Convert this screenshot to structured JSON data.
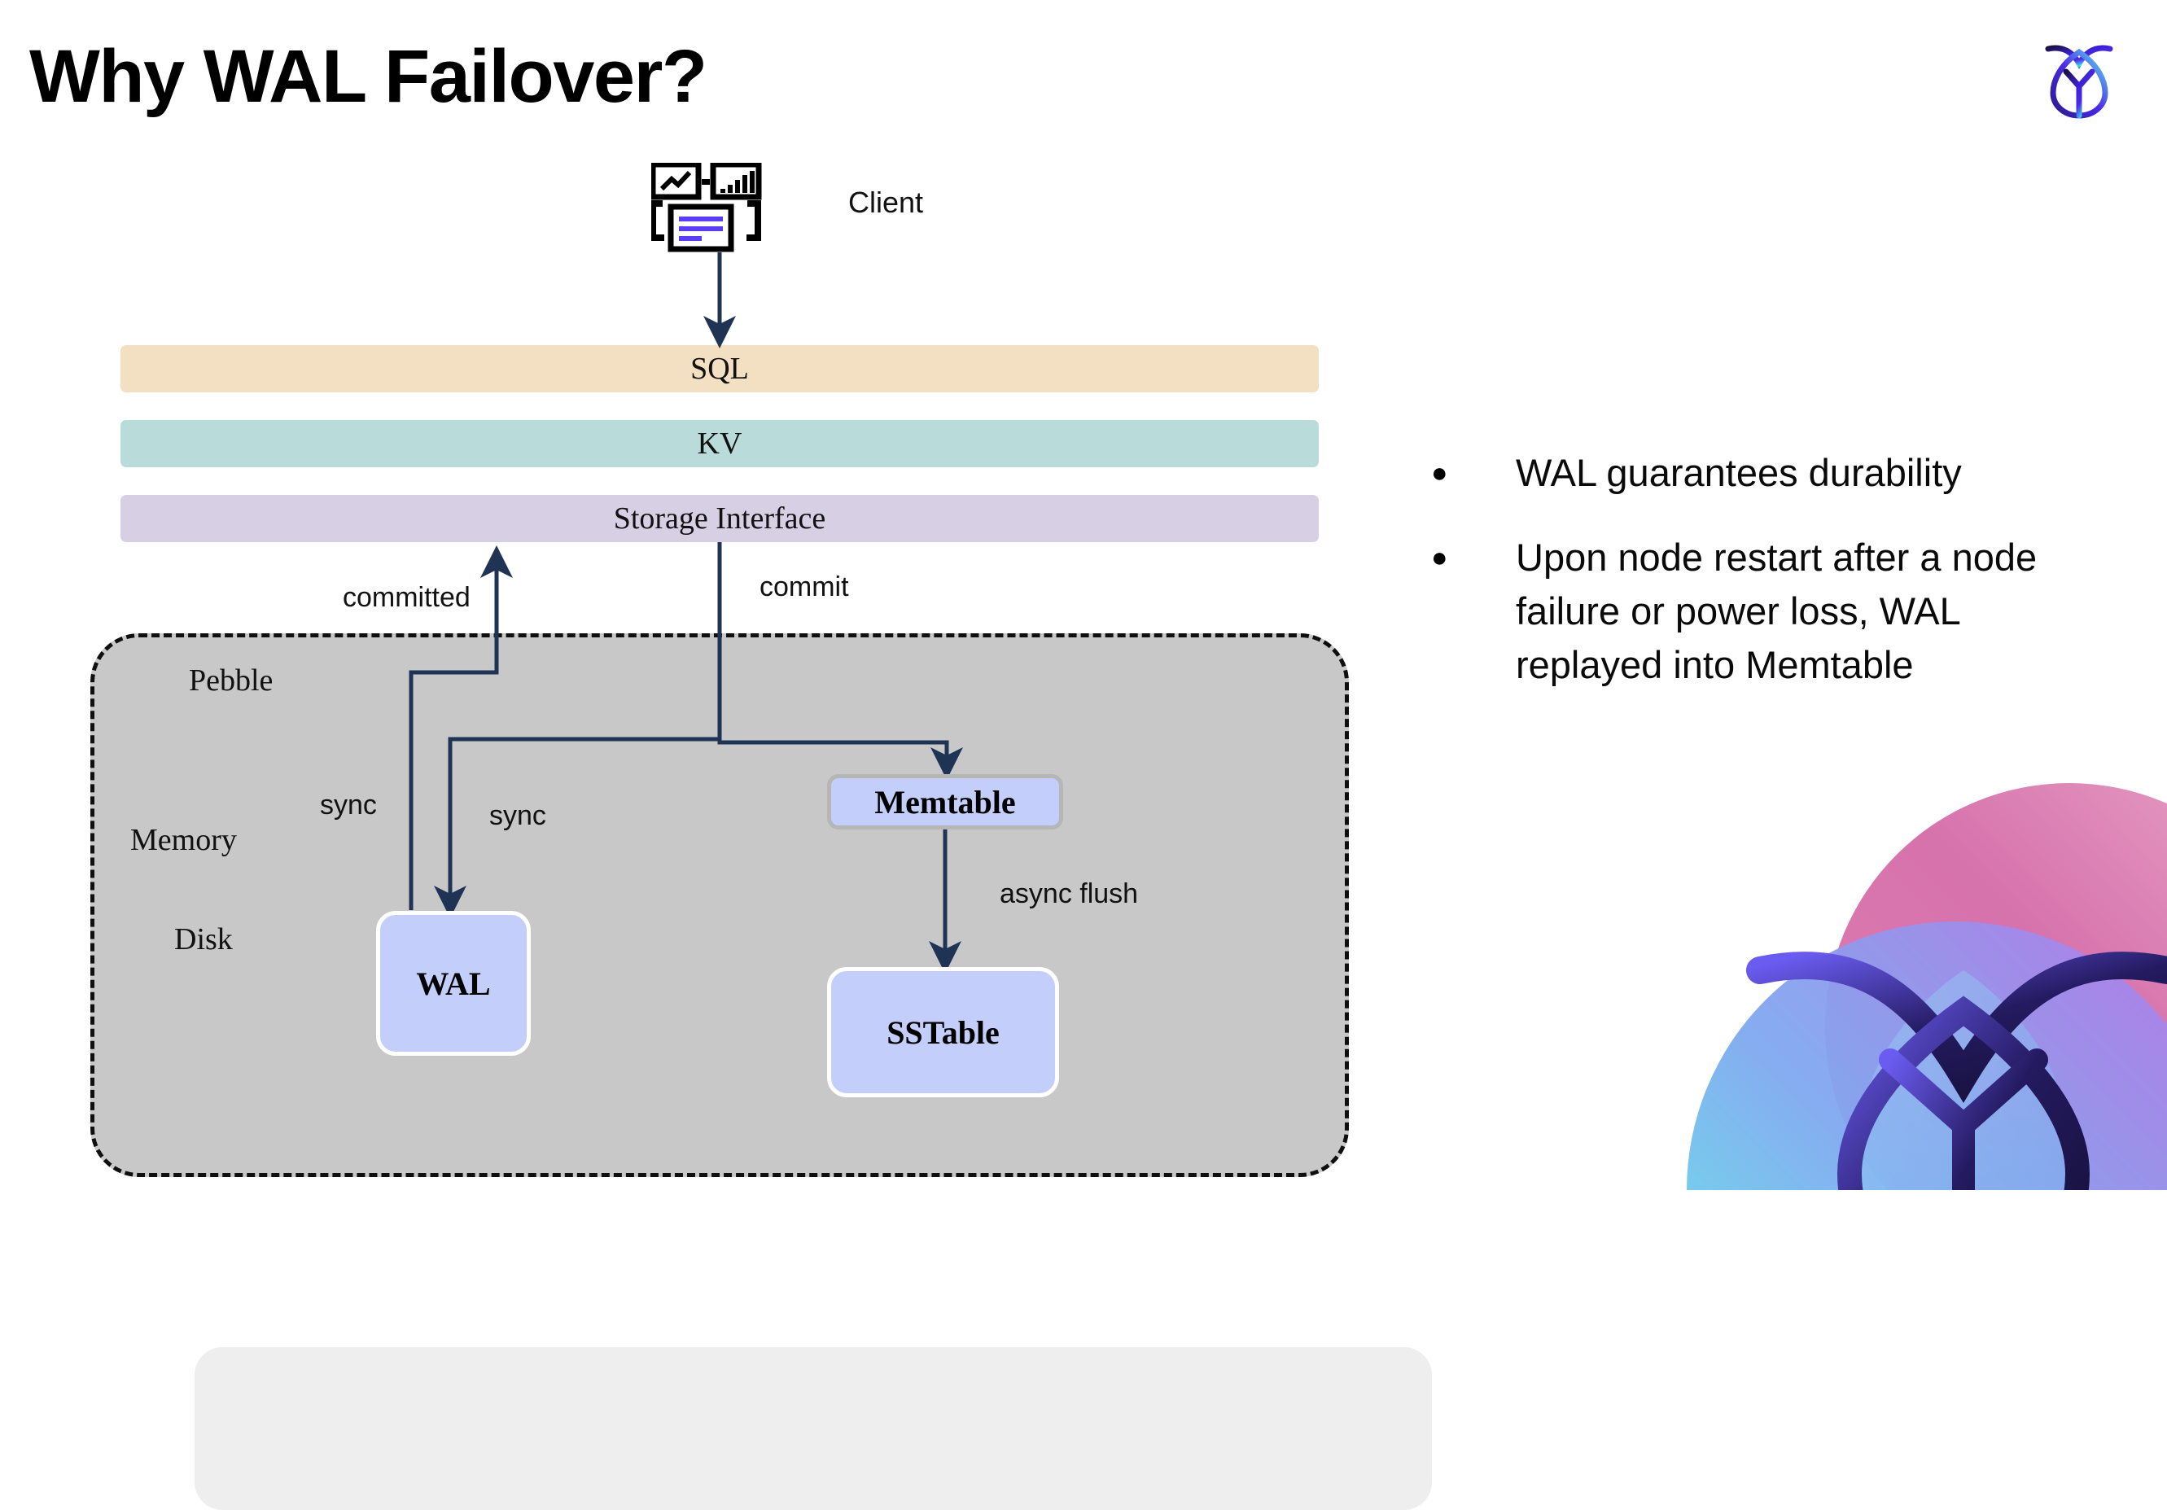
{
  "slide": {
    "title": "Why WAL Failover?",
    "brand_logo_name": "cockroach-labs-logo"
  },
  "diagram": {
    "client": {
      "label": "Client",
      "icon_name": "client-dashboard-icon"
    },
    "stack_layers": [
      {
        "label": "SQL",
        "color": "#f3dfc1"
      },
      {
        "label": "KV",
        "color": "#b9dcdb"
      },
      {
        "label": "Storage Interface",
        "color": "#d7d0e4"
      }
    ],
    "pebble": {
      "label": "Pebble",
      "memory_label": "Memory",
      "disk_label": "Disk",
      "fill": "#c8c8c8",
      "memory_fill": "#eeeeee"
    },
    "components": [
      {
        "label": "Memtable",
        "fill": "#c3cefa"
      },
      {
        "label": "WAL",
        "fill": "#c3cefa"
      },
      {
        "label": "SSTable",
        "fill": "#c3cefa"
      }
    ],
    "edge_labels": {
      "committed": "committed",
      "commit": "commit",
      "sync_1": "sync",
      "sync_2": "sync",
      "async_flush": "async flush"
    },
    "arrow_color": "#1f3355"
  },
  "notes": {
    "bullet_glyph": "●",
    "items": [
      "WAL guarantees durability",
      "Upon node restart after a node failure or power loss, WAL replayed into Memtable"
    ]
  }
}
